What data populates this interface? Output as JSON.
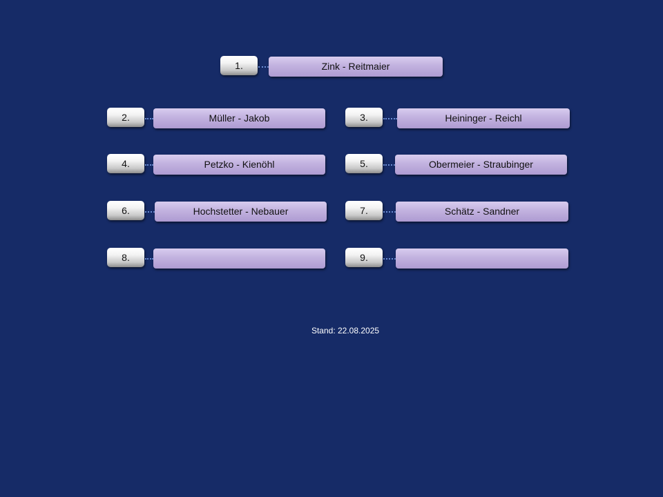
{
  "entries": [
    {
      "rank": "1.",
      "name": "Zink - Reitmaier"
    },
    {
      "rank": "2.",
      "name": "Müller - Jakob"
    },
    {
      "rank": "3.",
      "name": "Heininger - Reichl"
    },
    {
      "rank": "4.",
      "name": "Petzko - Kienöhl"
    },
    {
      "rank": "5.",
      "name": "Obermeier - Straubinger"
    },
    {
      "rank": "6.",
      "name": "Hochstetter - Nebauer"
    },
    {
      "rank": "7.",
      "name": "Schätz - Sandner"
    },
    {
      "rank": "8.",
      "name": ""
    },
    {
      "rank": "9.",
      "name": ""
    }
  ],
  "footer": {
    "stand": "Stand: 22.08.2025"
  },
  "colors": {
    "background": "#162b67",
    "name_box": "#c2b2df",
    "rank_box": "#f4f4f4",
    "connector": "#6d8fd6"
  }
}
